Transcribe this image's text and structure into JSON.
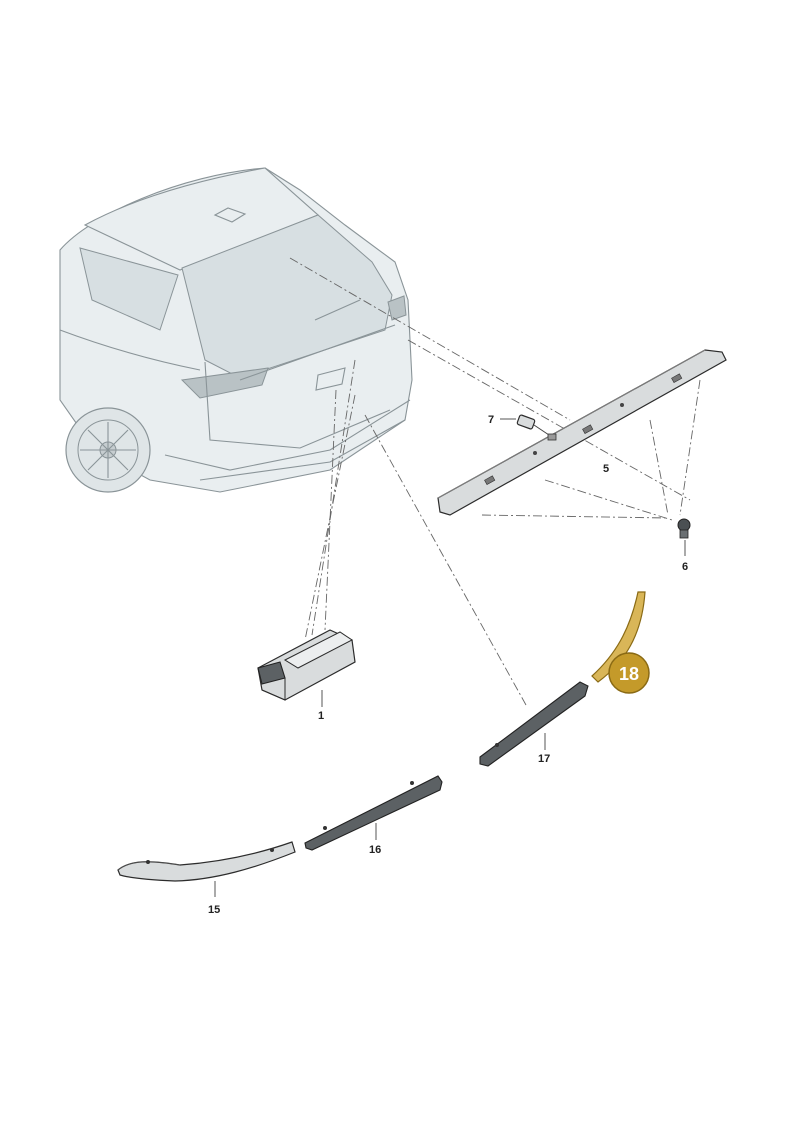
{
  "diagram": {
    "callouts": {
      "p1": "1",
      "p5": "5",
      "p6": "6",
      "p7": "7",
      "p15": "15",
      "p16": "16",
      "p17": "17",
      "p18": "18"
    },
    "highlight_color": "#c49a2a",
    "highlight_border": "#8a6a14"
  }
}
